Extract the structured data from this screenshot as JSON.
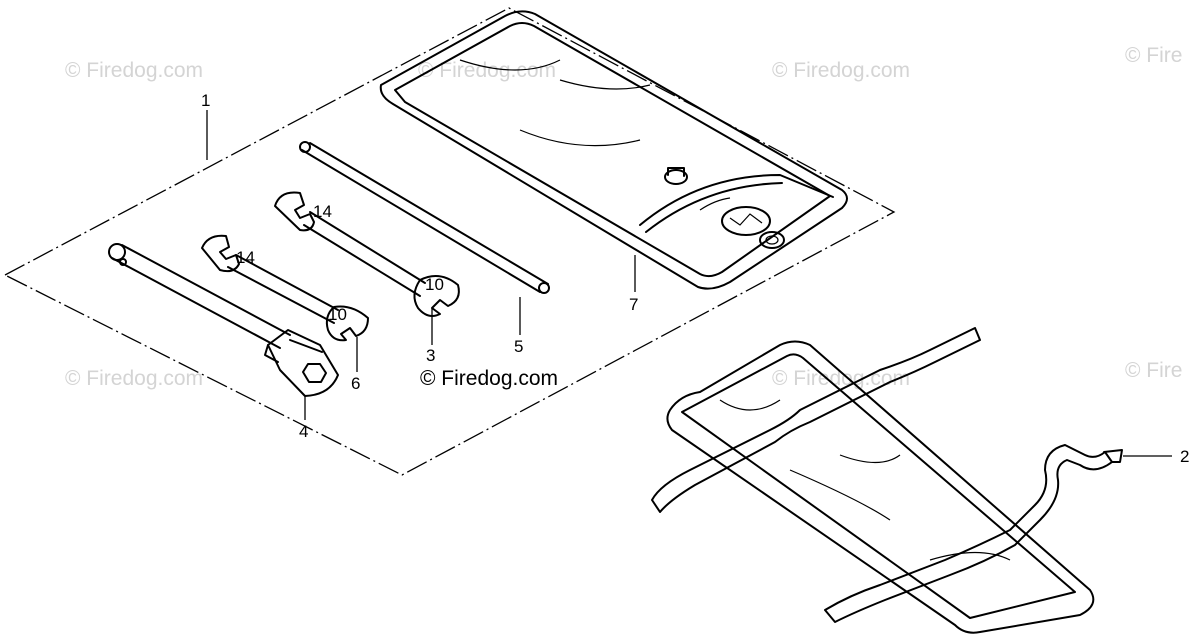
{
  "watermarks": [
    "© Firedog.com",
    "© Firedog.com",
    "© Firedog.com",
    "© Fire",
    "© Firedog.com",
    "© Firedog.com",
    "© Fire"
  ],
  "copyright": "© Firedog.com",
  "callouts": {
    "tool_kit_set": "1",
    "case_bag": "2",
    "wrench_10x14": "3",
    "socket_wrench": "4",
    "bar_handle": "5",
    "wrench_8x10": "6",
    "tool_bag": "7"
  },
  "wrench_markings": {
    "large_wrench_left": "14",
    "large_wrench_right": "10",
    "small_wrench_left": "14",
    "small_wrench_right": "10"
  }
}
